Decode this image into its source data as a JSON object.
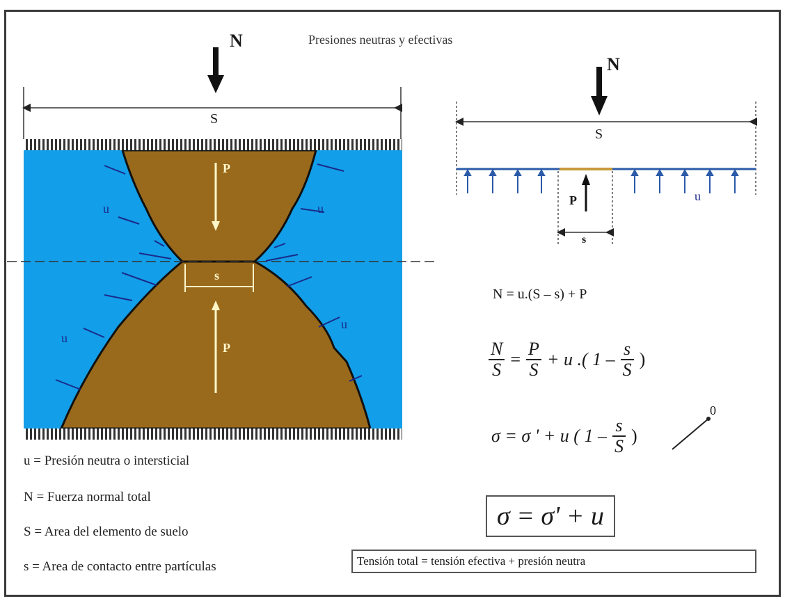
{
  "title": "Presiones neutras y efectivas",
  "left_diagram": {
    "force_label": "N",
    "area_label": "S",
    "contact_label": "s",
    "top_particle_force": "P",
    "bottom_particle_force": "P",
    "pressure_labels": [
      "u",
      "u",
      "u",
      "u"
    ]
  },
  "right_diagram": {
    "force_label": "N",
    "area_label": "S",
    "contact_force": "P",
    "contact_label": "s",
    "pressure_label": "u"
  },
  "legend": [
    "u = Presión neutra o intersticial",
    "N = Fuerza normal total",
    "S = Area del elemento de suelo",
    "s = Area de contacto entre partículas"
  ],
  "formulas": {
    "eq1": "N = u.(S – s) + P",
    "eq2_lhs_num": "N",
    "eq2_lhs_den": "S",
    "eq2_eq": "=",
    "eq2_p_num": "P",
    "eq2_p_den": "S",
    "eq2_mid": "+ u .( 1 –",
    "eq2_s_num": "s",
    "eq2_s_den": "S",
    "eq2_close": ")",
    "eq3_start": "σ  =  σ ' + u ( 1 –",
    "eq3_s_num": "s",
    "eq3_s_den": "S",
    "eq3_close": ")",
    "eq3_zero": "0",
    "boxed": "σ = σ' + u",
    "caption": "Tensión total = tensión efectiva + presión neutra"
  },
  "colors": {
    "water": "#129ee8",
    "soil": "#9a6a1c",
    "arrow_light": "#fff6c8",
    "u_label": "#1a2a8a"
  }
}
